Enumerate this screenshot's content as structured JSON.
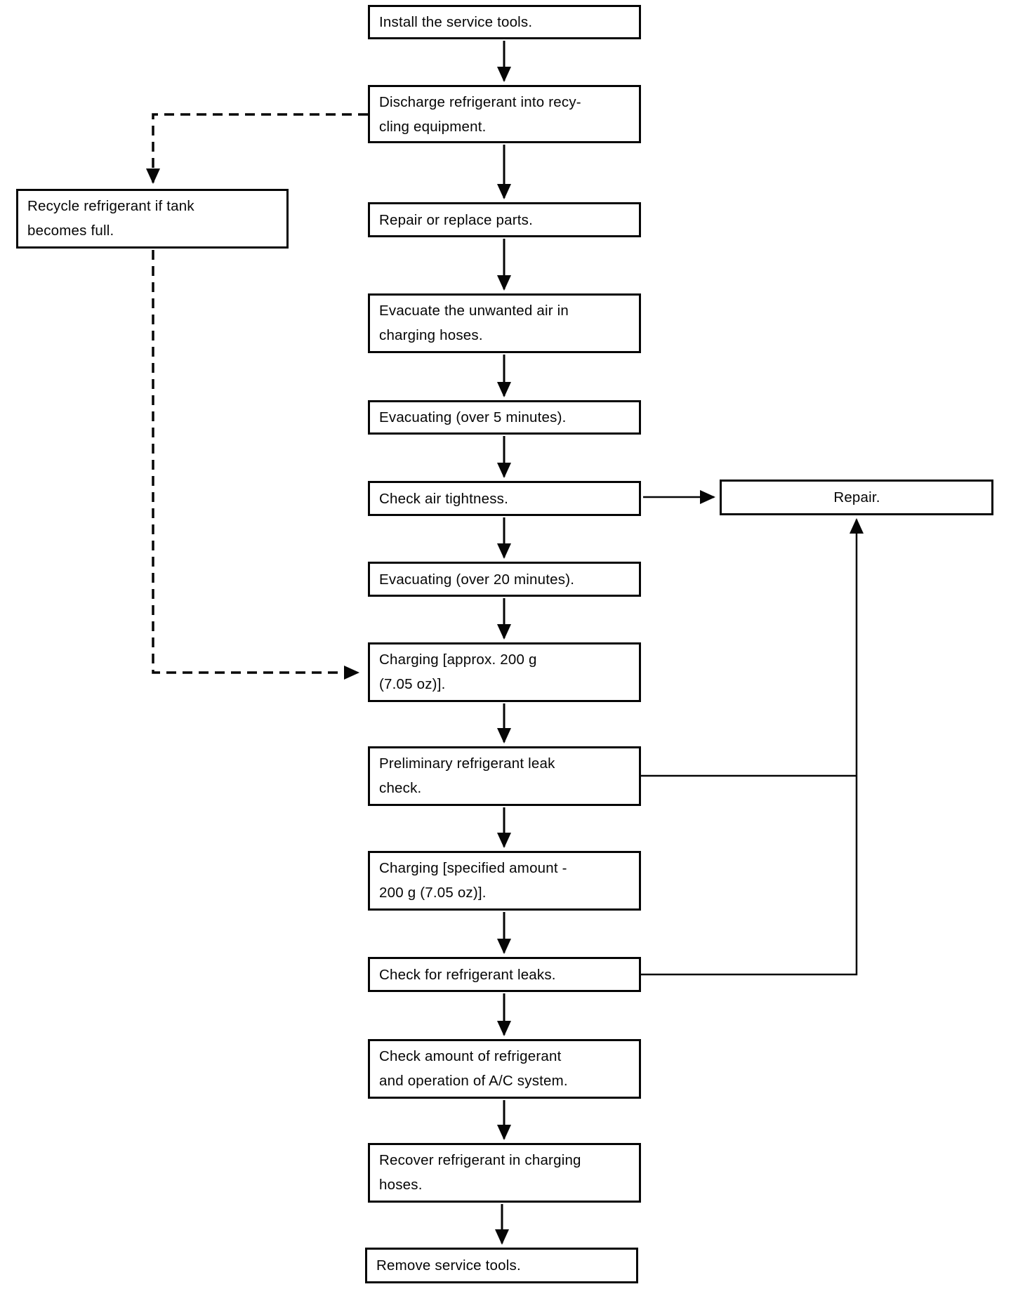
{
  "colors": {
    "ink": "#060606",
    "paper": "#ffffff"
  },
  "nodes": {
    "install": {
      "lines": [
        "Install the service tools."
      ]
    },
    "discharge": {
      "lines": [
        "Discharge refrigerant into recy-",
        "cling equipment."
      ]
    },
    "recycle": {
      "lines": [
        "Recycle refrigerant if tank",
        "becomes full."
      ]
    },
    "repair_replace": {
      "lines": [
        "Repair or replace parts."
      ]
    },
    "evacuate_air": {
      "lines": [
        "Evacuate the unwanted air in",
        "charging hoses."
      ]
    },
    "evacuating_5": {
      "lines": [
        "Evacuating (over 5 minutes)."
      ]
    },
    "check_air": {
      "lines": [
        "Check air tightness."
      ]
    },
    "repair": {
      "lines": [
        "Repair."
      ]
    },
    "evacuating_20": {
      "lines": [
        "Evacuating (over 20 minutes)."
      ]
    },
    "charging_approx": {
      "lines": [
        "Charging [approx. 200 g",
        "(7.05 oz)]."
      ]
    },
    "preliminary": {
      "lines": [
        "Preliminary refrigerant leak",
        "check."
      ]
    },
    "charging_specified": {
      "lines": [
        "Charging [specified amount -",
        "200 g (7.05 oz)]."
      ]
    },
    "check_leaks": {
      "lines": [
        "Check for refrigerant leaks."
      ]
    },
    "check_amount": {
      "lines": [
        "Check amount of refrigerant",
        "and operation of A/C system."
      ]
    },
    "recover": {
      "lines": [
        "Recover refrigerant in charging",
        "hoses."
      ]
    },
    "remove": {
      "lines": [
        "Remove service tools."
      ]
    }
  },
  "edges": [
    {
      "from": "install",
      "to": "discharge",
      "style": "solid"
    },
    {
      "from": "discharge",
      "to": "repair_replace",
      "style": "solid"
    },
    {
      "from": "repair_replace",
      "to": "evacuate_air",
      "style": "solid"
    },
    {
      "from": "evacuate_air",
      "to": "evacuating_5",
      "style": "solid"
    },
    {
      "from": "evacuating_5",
      "to": "check_air",
      "style": "solid"
    },
    {
      "from": "check_air",
      "to": "repair",
      "style": "solid"
    },
    {
      "from": "check_air",
      "to": "evacuating_20",
      "style": "solid"
    },
    {
      "from": "evacuating_20",
      "to": "charging_approx",
      "style": "solid"
    },
    {
      "from": "charging_approx",
      "to": "preliminary",
      "style": "solid"
    },
    {
      "from": "preliminary",
      "to": "repair",
      "style": "solid"
    },
    {
      "from": "preliminary",
      "to": "charging_specified",
      "style": "solid"
    },
    {
      "from": "charging_specified",
      "to": "check_leaks",
      "style": "solid"
    },
    {
      "from": "check_leaks",
      "to": "repair",
      "style": "solid"
    },
    {
      "from": "check_leaks",
      "to": "check_amount",
      "style": "solid"
    },
    {
      "from": "check_amount",
      "to": "recover",
      "style": "solid"
    },
    {
      "from": "recover",
      "to": "remove",
      "style": "solid"
    },
    {
      "from": "discharge",
      "to": "recycle",
      "style": "dashed"
    },
    {
      "from": "recycle",
      "to": "charging_approx",
      "style": "dashed"
    }
  ]
}
